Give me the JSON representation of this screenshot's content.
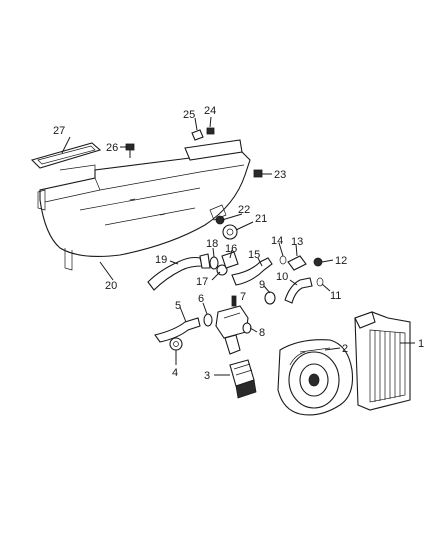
{
  "callouts": [
    "1",
    "2",
    "3",
    "4",
    "5",
    "6",
    "7",
    "8",
    "9",
    "10",
    "11",
    "12",
    "13",
    "14",
    "15",
    "16",
    "17",
    "18",
    "19",
    "20",
    "21",
    "22",
    "23",
    "24",
    "25",
    "26",
    "27"
  ],
  "colors": {
    "ink": "#1a1a1a",
    "background": "#ffffff"
  }
}
